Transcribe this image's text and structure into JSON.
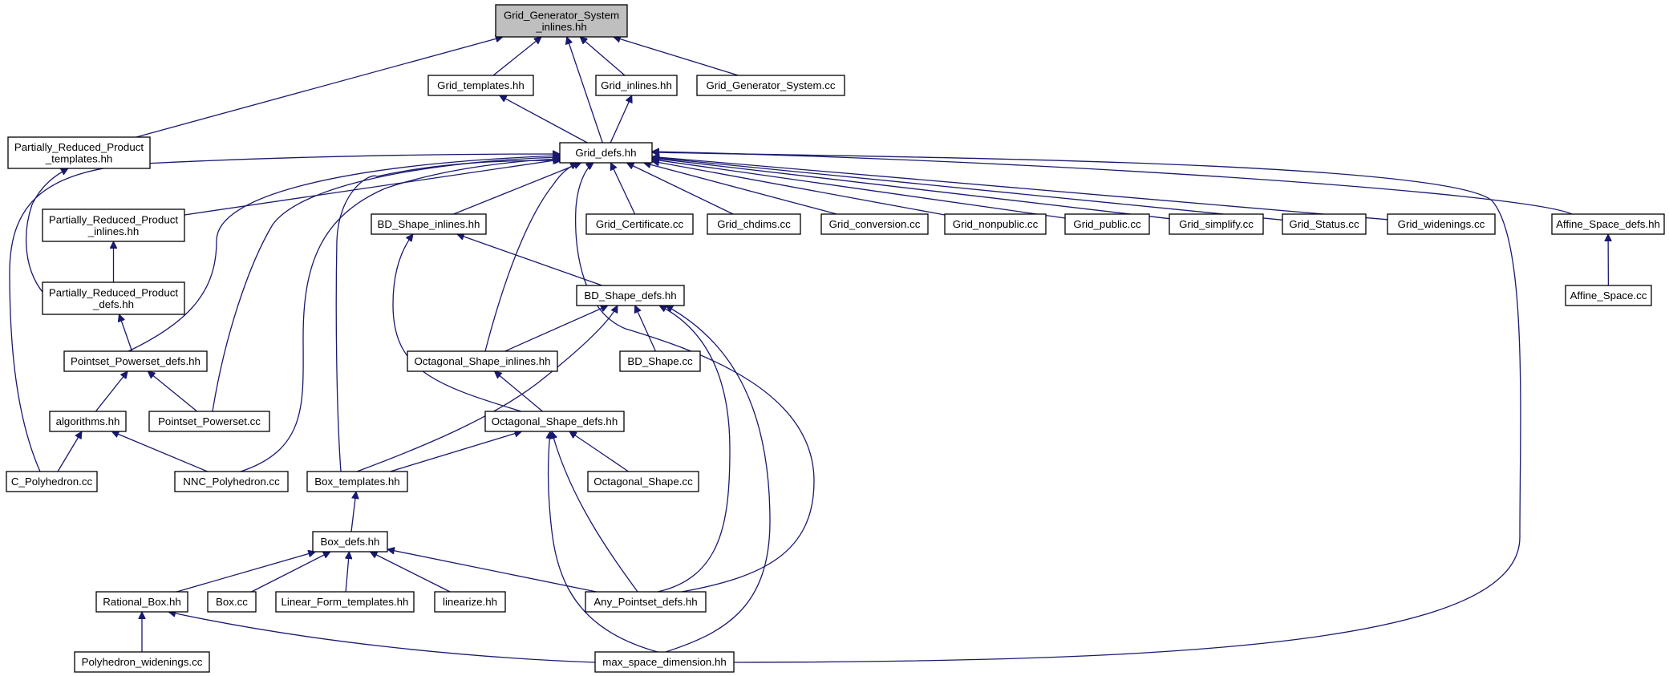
{
  "diagram": {
    "title": "",
    "nodes": {
      "root": "Grid_Generator_System\n_inlines.hh",
      "grid_templates": "Grid_templates.hh",
      "grid_inlines": "Grid_inlines.hh",
      "ggs_cc": "Grid_Generator_System.cc",
      "prp_templates": "Partially_Reduced_Product\n_templates.hh",
      "grid_defs": "Grid_defs.hh",
      "prp_inlines": "Partially_Reduced_Product\n_inlines.hh",
      "bds_inlines": "BD_Shape_inlines.hh",
      "grid_certificate": "Grid_Certificate.cc",
      "grid_chdims": "Grid_chdims.cc",
      "grid_conversion": "Grid_conversion.cc",
      "grid_nonpublic": "Grid_nonpublic.cc",
      "grid_public": "Grid_public.cc",
      "grid_simplify": "Grid_simplify.cc",
      "grid_status": "Grid_Status.cc",
      "grid_widenings": "Grid_widenings.cc",
      "affine_defs": "Affine_Space_defs.hh",
      "prp_defs": "Partially_Reduced_Product\n_defs.hh",
      "bds_defs": "BD_Shape_defs.hh",
      "affine_cc": "Affine_Space.cc",
      "pps_defs": "Pointset_Powerset_defs.hh",
      "os_inlines": "Octagonal_Shape_inlines.hh",
      "bds_cc": "BD_Shape.cc",
      "algorithms": "algorithms.hh",
      "pps_cc": "Pointset_Powerset.cc",
      "os_defs": "Octagonal_Shape_defs.hh",
      "c_poly": "C_Polyhedron.cc",
      "nnc_poly": "NNC_Polyhedron.cc",
      "box_templates": "Box_templates.hh",
      "os_cc": "Octagonal_Shape.cc",
      "box_defs": "Box_defs.hh",
      "rational_box": "Rational_Box.hh",
      "box_cc": "Box.cc",
      "lf_templates": "Linear_Form_templates.hh",
      "linearize": "linearize.hh",
      "aps_defs": "Any_Pointset_defs.hh",
      "poly_widenings": "Polyhedron_widenings.cc",
      "max_space": "max_space_dimension.hh"
    },
    "edges": [
      [
        "grid_templates",
        "root"
      ],
      [
        "grid_inlines",
        "root"
      ],
      [
        "ggs_cc",
        "root"
      ],
      [
        "prp_templates",
        "root"
      ],
      [
        "grid_defs",
        "root"
      ],
      [
        "grid_defs",
        "grid_templates"
      ],
      [
        "grid_defs",
        "grid_inlines"
      ],
      [
        "prp_inlines",
        "grid_defs"
      ],
      [
        "bds_inlines",
        "grid_defs"
      ],
      [
        "grid_certificate",
        "grid_defs"
      ],
      [
        "grid_chdims",
        "grid_defs"
      ],
      [
        "grid_conversion",
        "grid_defs"
      ],
      [
        "grid_nonpublic",
        "grid_defs"
      ],
      [
        "grid_public",
        "grid_defs"
      ],
      [
        "grid_simplify",
        "grid_defs"
      ],
      [
        "grid_status",
        "grid_defs"
      ],
      [
        "grid_widenings",
        "grid_defs"
      ],
      [
        "affine_defs",
        "grid_defs"
      ],
      [
        "pps_defs",
        "grid_defs"
      ],
      [
        "pps_cc",
        "grid_defs"
      ],
      [
        "nnc_poly",
        "grid_defs"
      ],
      [
        "c_poly",
        "grid_defs"
      ],
      [
        "box_templates",
        "grid_defs"
      ],
      [
        "os_inlines",
        "grid_defs"
      ],
      [
        "aps_defs",
        "grid_defs"
      ],
      [
        "max_space",
        "grid_defs"
      ],
      [
        "prp_defs",
        "prp_templates"
      ],
      [
        "prp_defs",
        "prp_inlines"
      ],
      [
        "pps_defs",
        "prp_defs"
      ],
      [
        "algorithms",
        "pps_defs"
      ],
      [
        "pps_cc",
        "pps_defs"
      ],
      [
        "c_poly",
        "algorithms"
      ],
      [
        "nnc_poly",
        "algorithms"
      ],
      [
        "affine_cc",
        "affine_defs"
      ],
      [
        "bds_defs",
        "bds_inlines"
      ],
      [
        "os_defs",
        "bds_inlines"
      ],
      [
        "os_inlines",
        "bds_defs"
      ],
      [
        "bds_cc",
        "bds_defs"
      ],
      [
        "box_templates",
        "bds_defs"
      ],
      [
        "aps_defs",
        "bds_defs"
      ],
      [
        "max_space",
        "bds_defs"
      ],
      [
        "os_defs",
        "os_inlines"
      ],
      [
        "box_templates",
        "os_defs"
      ],
      [
        "os_cc",
        "os_defs"
      ],
      [
        "aps_defs",
        "os_defs"
      ],
      [
        "max_space",
        "os_defs"
      ],
      [
        "box_defs",
        "box_templates"
      ],
      [
        "rational_box",
        "box_defs"
      ],
      [
        "box_cc",
        "box_defs"
      ],
      [
        "lf_templates",
        "box_defs"
      ],
      [
        "linearize",
        "box_defs"
      ],
      [
        "aps_defs",
        "box_defs"
      ],
      [
        "poly_widenings",
        "rational_box"
      ],
      [
        "max_space",
        "rational_box"
      ]
    ],
    "colors": {
      "edge": "#191970",
      "root_fill": "#bfbfbf",
      "node_fill": "#ffffff",
      "border": "#000000"
    }
  }
}
